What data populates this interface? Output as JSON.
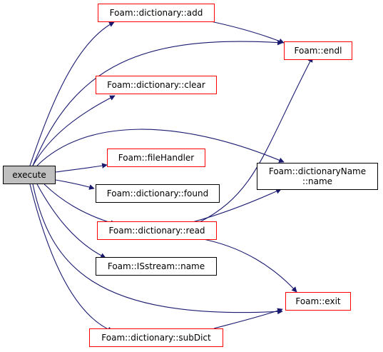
{
  "graph": {
    "root": {
      "label": "execute"
    },
    "nodes": {
      "add": {
        "label": "Foam::dictionary::add"
      },
      "endl": {
        "label": "Foam::endl"
      },
      "clear": {
        "label": "Foam::dictionary::clear"
      },
      "fileHandler": {
        "label": "Foam::fileHandler"
      },
      "dictname_line1": {
        "label": "Foam::dictionaryName"
      },
      "dictname_line2": {
        "label": "::name"
      },
      "found": {
        "label": "Foam::dictionary::found"
      },
      "read": {
        "label": "Foam::dictionary::read"
      },
      "isname": {
        "label": "Foam::ISstream::name"
      },
      "exit": {
        "label": "Foam::exit"
      },
      "subDict": {
        "label": "Foam::dictionary::subDict"
      }
    },
    "colors": {
      "edge": "#191970",
      "link_border": "#ff0000",
      "plain_border": "#000000",
      "root_fill": "#bfbfbf"
    }
  }
}
